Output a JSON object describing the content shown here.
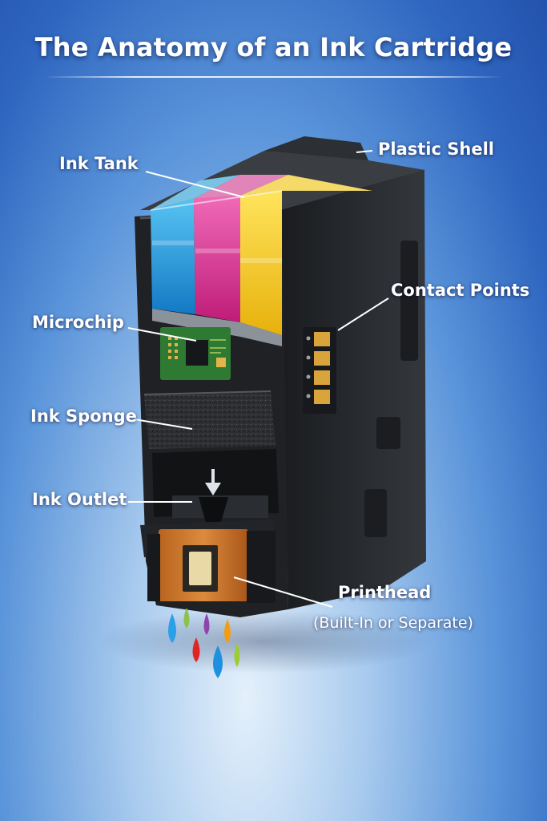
{
  "title": "The Anatomy of an Ink Cartridge",
  "labels": {
    "plastic_shell": "Plastic Shell",
    "ink_tank": "Ink Tank",
    "contact_points": "Contact Points",
    "microchip": "Microchip",
    "ink_sponge": "Ink Sponge",
    "ink_outlet": "Ink Outlet",
    "printhead": "Printhead",
    "printhead_note": "(Built-In or Separate)"
  },
  "colors": {
    "cyan": "#29a6e4",
    "magenta": "#e23597",
    "yellow": "#f5cb1e",
    "shell": "#232629",
    "contact_gold": "#d9a43b",
    "printhead_orange": "#c9762d"
  }
}
